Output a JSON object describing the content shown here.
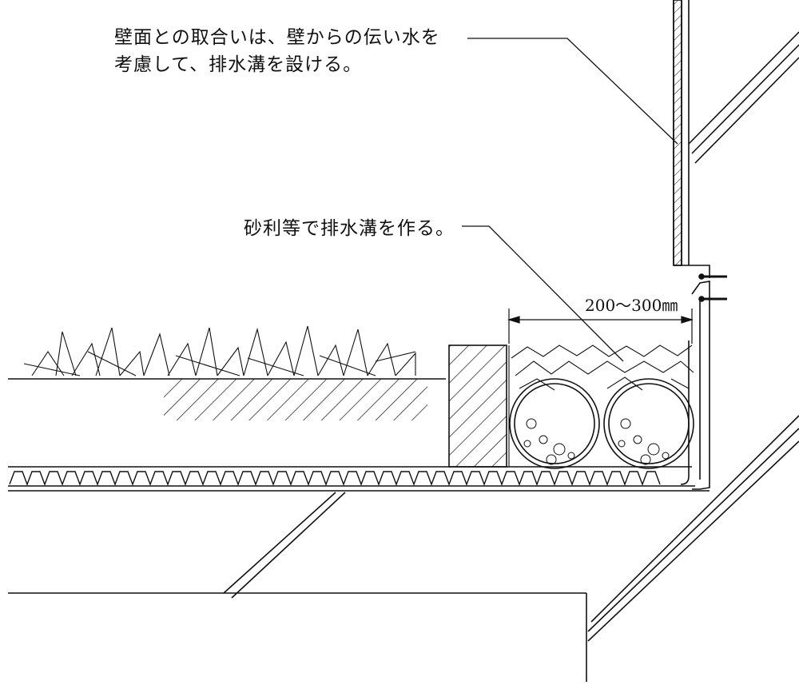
{
  "annotations": {
    "wall_junction": {
      "line1": "壁面との取合いは、壁からの伝い水を",
      "line2": "考慮して、排水溝を設ける。"
    },
    "gravel_drain": "砂利等で排水溝を作る。"
  },
  "dimension": "200～300㎜",
  "icons": [
    "plant-icon",
    "drain-pipe-icon",
    "gravel-icon",
    "anchor-bolt-icon"
  ]
}
